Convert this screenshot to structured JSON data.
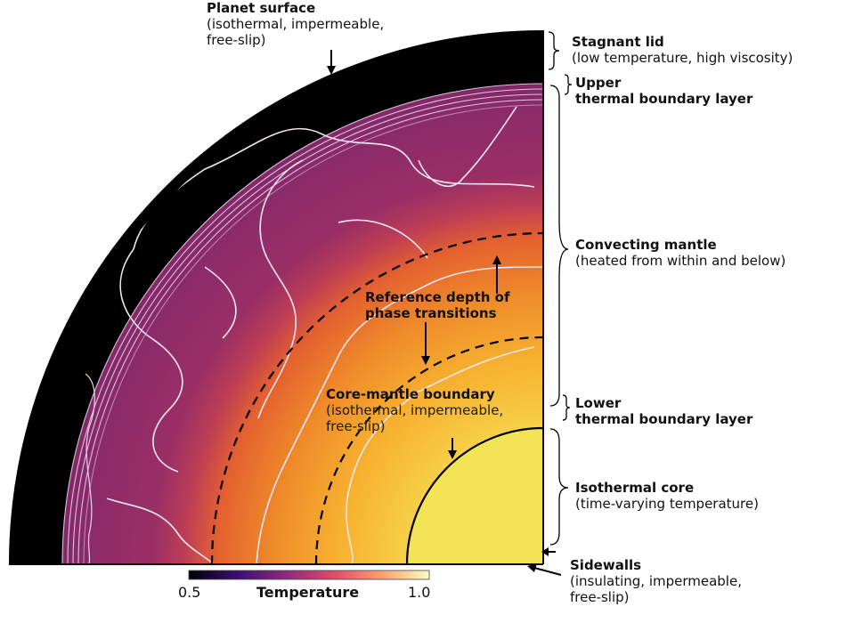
{
  "labels": {
    "planet_surface": {
      "title": "Planet surface",
      "sub1": "(isothermal, impermeable,",
      "sub2": "free-slip)"
    },
    "stagnant_lid": {
      "title": "Stagnant lid",
      "sub": "(low temperature, high viscosity)"
    },
    "upper_tbl": {
      "line1": "Upper",
      "line2": "thermal boundary layer"
    },
    "convecting_mantle": {
      "title": "Convecting mantle",
      "sub": "(heated from within and below)"
    },
    "phase_transitions": {
      "line1": "Reference depth of",
      "line2": "phase transitions"
    },
    "cmb": {
      "title": "Core-mantle boundary",
      "sub1": "(isothermal, impermeable,",
      "sub2": "free-slip)"
    },
    "lower_tbl": {
      "line1": "Lower",
      "line2": "thermal boundary layer"
    },
    "isothermal_core": {
      "title": "Isothermal core",
      "sub": "(time-varying temperature)"
    },
    "sidewalls": {
      "title": "Sidewalls",
      "sub1": "(insulating, impermeable,",
      "sub2": "free-slip)"
    }
  },
  "colorbar": {
    "min_label": "0.5",
    "max_label": "1.0",
    "title": "Temperature",
    "stops": [
      "#000004",
      "#3b0f70",
      "#8c2981",
      "#de4968",
      "#fe9f6d",
      "#fcfdbf"
    ]
  },
  "colors": {
    "lid": "#000000",
    "mantle": "#8a2a6a",
    "mantle_warm": "#e0602a",
    "hot": "#f5b431",
    "core": "#f3e455",
    "contour": "#f4e6f2"
  }
}
